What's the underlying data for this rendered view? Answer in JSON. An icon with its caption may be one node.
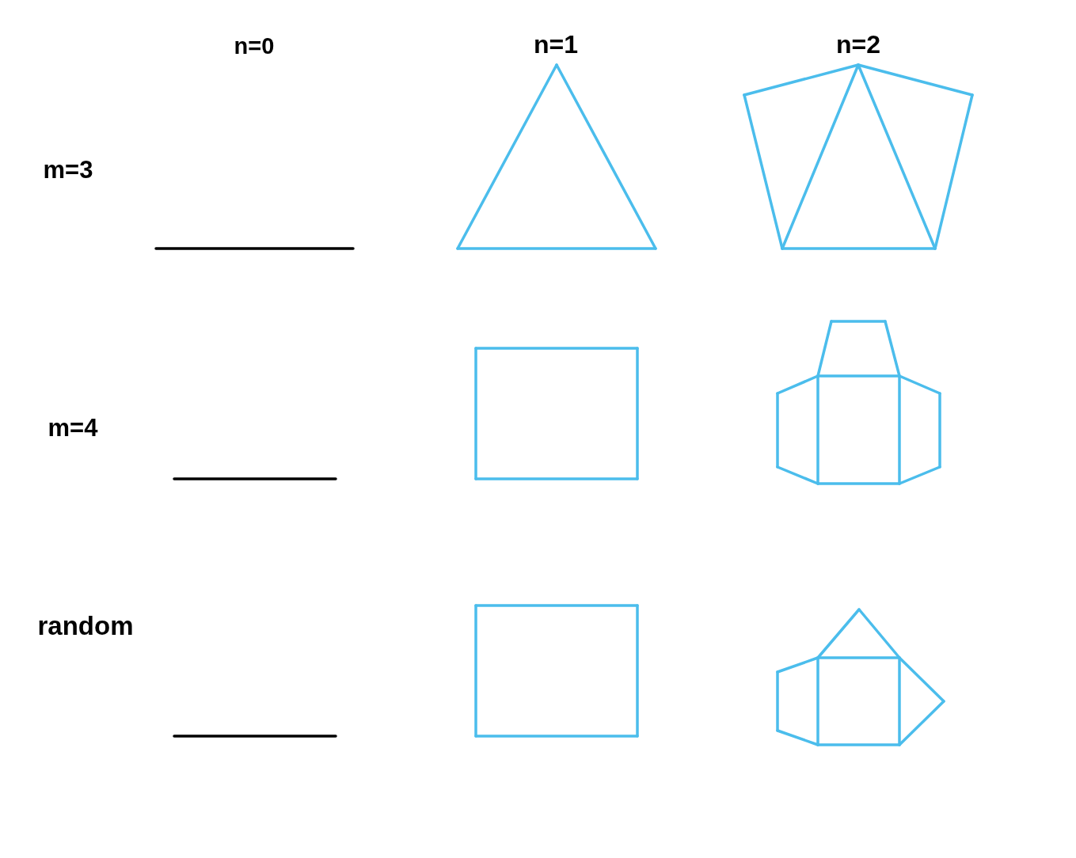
{
  "diagram": {
    "labels": [
      "n=0",
      "n=1",
      "n=2",
      "m=3",
      "m=4",
      "random"
    ]
  }
}
